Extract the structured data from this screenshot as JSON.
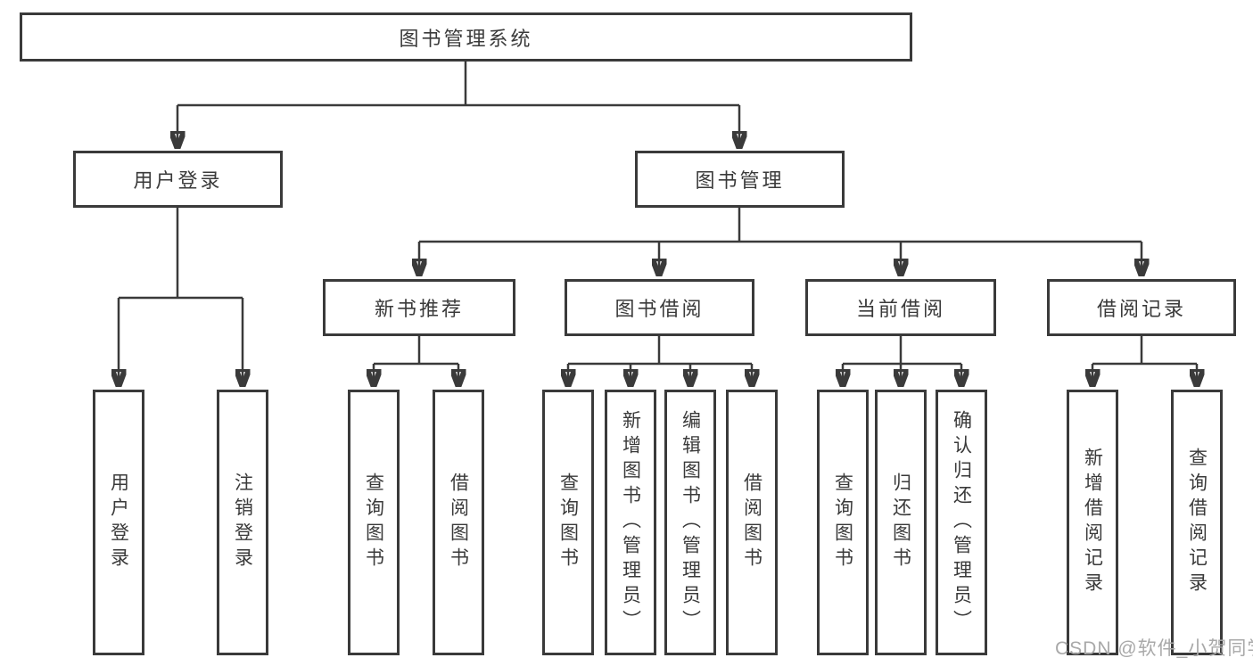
{
  "tree": {
    "root": "图书管理系统",
    "branches": [
      {
        "label": "用户登录",
        "leaves": [
          "用户登录",
          "注销登录"
        ]
      },
      {
        "label": "图书管理",
        "groups": [
          {
            "label": "新书推荐",
            "leaves": [
              "查询图书",
              "借阅图书"
            ]
          },
          {
            "label": "图书借阅",
            "leaves": [
              "查询图书",
              "新增图书（管理员）",
              "编辑图书（管理员）",
              "借阅图书"
            ]
          },
          {
            "label": "当前借阅",
            "leaves": [
              "查询图书",
              "归还图书",
              "确认归还（管理员）"
            ]
          },
          {
            "label": "借阅记录",
            "leaves": [
              "新增借阅记录",
              "查询借阅记录"
            ]
          }
        ]
      }
    ]
  },
  "watermark": "CSDN @软件_小贺同学",
  "colors": {
    "line": "#3a3a3a",
    "text": "#3a3a3a",
    "watermark": "#a9a9a9",
    "background": "#ffffff"
  }
}
